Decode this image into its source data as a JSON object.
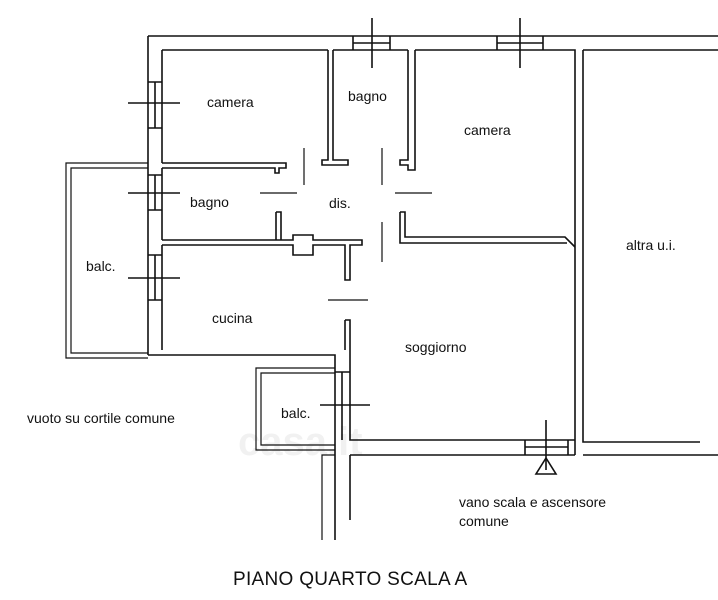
{
  "title": "PIANO QUARTO SCALA A",
  "watermark": "casa.it",
  "rooms": {
    "camera_left": "camera",
    "bagno_top": "bagno",
    "camera_right": "camera",
    "bagno_left": "bagno",
    "disimpegno": "dis.",
    "balcone_left": "balc.",
    "cucina": "cucina",
    "soggiorno": "soggiorno",
    "altra_unita": "altra u.i.",
    "balcone_bottom": "balc."
  },
  "notes": {
    "cortile": "vuoto su cortile comune",
    "scala_line1": "vano scala e ascensore",
    "scala_line2": "comune"
  },
  "colors": {
    "line": "#111111",
    "background": "#ffffff"
  }
}
